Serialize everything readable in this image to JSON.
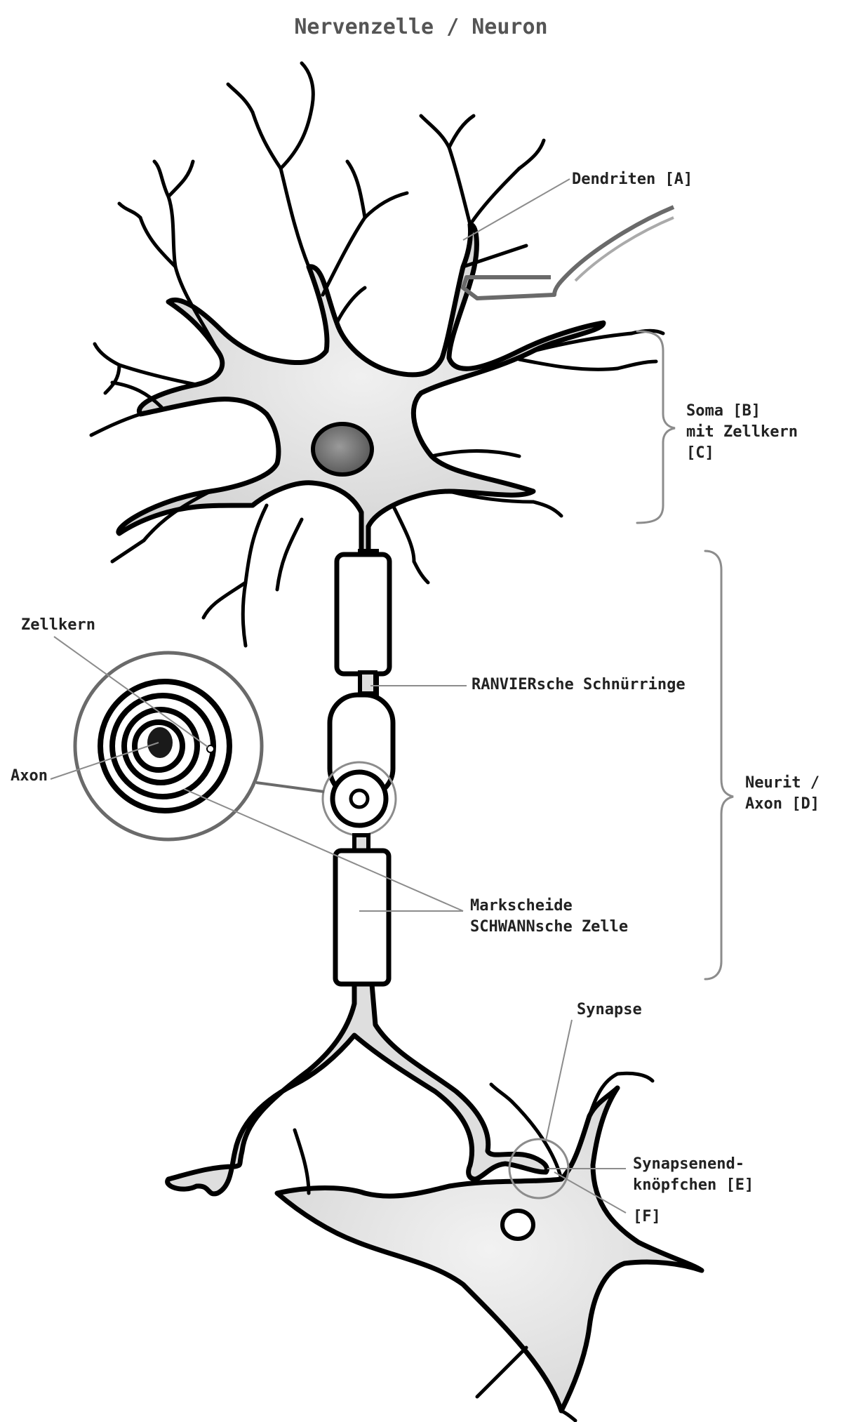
{
  "title": "Nervenzelle / Neuron",
  "labels": {
    "dendriten": "Dendriten [A]",
    "soma_line1": "Soma [B]",
    "soma_line2": "mit Zellkern",
    "soma_line3": "[C]",
    "zellkern": "Zellkern",
    "axon": "Axon",
    "ranvier": "RANVIERsche Schnürringe",
    "neurit_line1": "Neurit /",
    "neurit_line2": "Axon [D]",
    "markscheide_line1": "Markscheide",
    "markscheide_line2": "SCHWANNsche Zelle",
    "synapse": "Synapse",
    "synapsenend_line1": "Synapsenend-",
    "synapsenend_line2": "knöpfchen [E]",
    "f": "[F]"
  },
  "colors": {
    "outline": "#000000",
    "cell_fill": "#dedede",
    "nucleus_fill": "#6e6e6e",
    "leader": "#8c8c8c",
    "title": "#555555"
  }
}
